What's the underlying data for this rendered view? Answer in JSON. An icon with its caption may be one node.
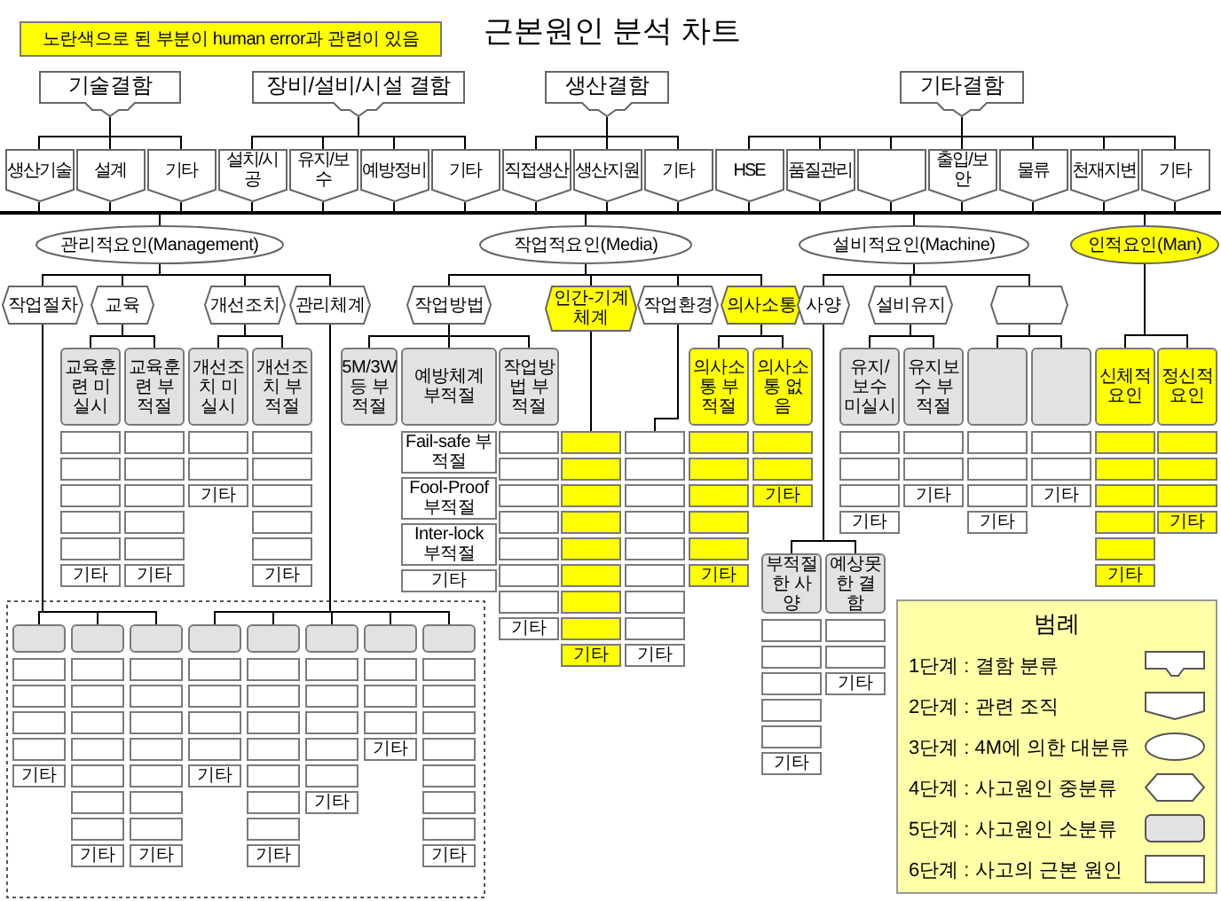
{
  "diagram": {
    "title": "근본원인 분석 차트",
    "nodes": [
      {
        "text": [
          "노란색으로 된 부분이 human error과 관련이 있음"
        ]
      },
      {
        "text": [
          "기술결함"
        ]
      },
      {
        "text": [
          "장비/설비/시설 결함"
        ]
      },
      {
        "text": [
          "생산결함"
        ]
      },
      {
        "text": [
          "기타결함"
        ]
      },
      {
        "text": [
          "생산기술"
        ]
      },
      {
        "text": [
          "설계"
        ]
      },
      {
        "text": [
          "기타"
        ]
      },
      {
        "text": [
          "설치/시공"
        ]
      },
      {
        "text": [
          "유지/보수"
        ]
      },
      {
        "text": [
          "예방정비"
        ]
      },
      {
        "text": [
          "기타"
        ]
      },
      {
        "text": [
          "직접생산"
        ]
      },
      {
        "text": [
          "생산지원"
        ]
      },
      {
        "text": [
          "기타"
        ]
      },
      {
        "text": [
          "HSE"
        ]
      },
      {
        "text": [
          "품질관리"
        ]
      },
      {
        "text": [],
        "shape": "pentagon"
      },
      {
        "text": [
          "출입/보안"
        ]
      },
      {
        "text": [
          "물류"
        ]
      },
      {
        "text": [
          "천재지변"
        ]
      },
      {
        "text": [
          "기타"
        ]
      },
      {
        "text": [],
        "shape": "bar"
      },
      {
        "text": [
          "관리적요인(Management)"
        ]
      },
      {
        "text": [
          "작업적요인(Media)"
        ]
      },
      {
        "text": [
          "설비적요인(Machine)"
        ]
      },
      {
        "text": [
          "인적요인(Man)"
        ]
      },
      {
        "text": [
          "작업절차"
        ]
      },
      {
        "text": [
          "교육"
        ]
      },
      {
        "text": [
          "개선조치"
        ]
      },
      {
        "text": [
          "관리체계"
        ]
      },
      {
        "text": [
          "작업방법"
        ]
      },
      {
        "text": [
          "인간-기계 체계"
        ]
      },
      {
        "text": [
          "작업환경"
        ]
      },
      {
        "text": [
          "의사소통"
        ]
      },
      {
        "text": [
          "사양"
        ]
      },
      {
        "text": [
          "설비유지"
        ]
      },
      {
        "text": [],
        "shape": "hexagon"
      },
      {
        "text": [
          "교육훈련 미실시"
        ]
      },
      {
        "text": [
          "교육훈련 부적절"
        ]
      },
      {
        "text": [
          "개선조치 미실시"
        ]
      },
      {
        "text": [
          "개선조치 부적절"
        ]
      },
      {
        "text": [
          "5M/3W 등 부적절"
        ]
      },
      {
        "text": [
          "예방체계 부적절"
        ]
      },
      {
        "text": [
          "작업방법 부적절"
        ]
      },
      {
        "text": [
          "의사소통 부적절"
        ]
      },
      {
        "text": [
          "의사소통 없음"
        ]
      },
      {
        "text": [
          "유지/보수 미실시"
        ]
      },
      {
        "text": [
          "유지보수 부적절"
        ]
      },
      {
        "text": [],
        "shape": "box"
      },
      {
        "text": [],
        "shape": "box"
      },
      {
        "text": [
          "신체적 요인"
        ]
      },
      {
        "text": [
          "정신적 요인"
        ]
      },
      {
        "text": [],
        "shape": "box"
      },
      {
        "text": [],
        "shape": "box"
      },
      {
        "text": [],
        "shape": "box"
      },
      {
        "text": [],
        "shape": "box"
      },
      {
        "text": [],
        "shape": "box"
      },
      {
        "text": [
          "기타"
        ]
      },
      {
        "text": [],
        "shape": "box"
      },
      {
        "text": [],
        "shape": "box"
      },
      {
        "text": [],
        "shape": "box"
      },
      {
        "text": [],
        "shape": "box"
      },
      {
        "text": [],
        "shape": "box"
      },
      {
        "text": [
          "기타"
        ]
      },
      {
        "text": [],
        "shape": "box"
      },
      {
        "text": [],
        "shape": "box"
      },
      {
        "text": [
          "기타"
        ]
      },
      {
        "text": [],
        "shape": "box"
      },
      {
        "text": [],
        "shape": "box"
      },
      {
        "text": [],
        "shape": "box"
      },
      {
        "text": [],
        "shape": "box"
      },
      {
        "text": [],
        "shape": "box"
      },
      {
        "text": [
          "기타"
        ]
      },
      {
        "text": [
          "Fail-safe 부적절"
        ]
      },
      {
        "text": [
          "Fool-Proof 부적절"
        ]
      },
      {
        "text": [
          "Inter-lock 부적절"
        ]
      },
      {
        "text": [
          "기타"
        ]
      },
      {
        "text": [],
        "shape": "box"
      },
      {
        "text": [],
        "shape": "box"
      },
      {
        "text": [],
        "shape": "box"
      },
      {
        "text": [],
        "shape": "box"
      },
      {
        "text": [],
        "shape": "box"
      },
      {
        "text": [],
        "shape": "box"
      },
      {
        "text": [],
        "shape": "box"
      },
      {
        "text": [
          "기타"
        ]
      },
      {
        "text": [],
        "shape": "box"
      },
      {
        "text": [],
        "shape": "box"
      },
      {
        "text": [],
        "shape": "box"
      },
      {
        "text": [],
        "shape": "box"
      },
      {
        "text": [],
        "shape": "box"
      },
      {
        "text": [],
        "shape": "box"
      },
      {
        "text": [],
        "shape": "box"
      },
      {
        "text": [],
        "shape": "box"
      },
      {
        "text": [
          "기타"
        ]
      },
      {
        "text": [],
        "shape": "box"
      },
      {
        "text": [],
        "shape": "box"
      },
      {
        "text": [],
        "shape": "box"
      },
      {
        "text": [],
        "shape": "box"
      },
      {
        "text": [],
        "shape": "box"
      },
      {
        "text": [],
        "shape": "box"
      },
      {
        "text": [],
        "shape": "box"
      },
      {
        "text": [],
        "shape": "box"
      },
      {
        "text": [
          "기타"
        ]
      },
      {
        "text": [],
        "shape": "box"
      },
      {
        "text": [],
        "shape": "box"
      },
      {
        "text": [],
        "shape": "box"
      },
      {
        "text": [],
        "shape": "box"
      },
      {
        "text": [],
        "shape": "box"
      },
      {
        "text": [
          "기타"
        ]
      },
      {
        "text": [],
        "shape": "box"
      },
      {
        "text": [],
        "shape": "box"
      },
      {
        "text": [
          "기타"
        ]
      },
      {
        "text": [],
        "shape": "box"
      },
      {
        "text": [],
        "shape": "box"
      },
      {
        "text": [],
        "shape": "box"
      },
      {
        "text": [
          "기타"
        ]
      },
      {
        "text": [],
        "shape": "box"
      },
      {
        "text": [],
        "shape": "box"
      },
      {
        "text": [
          "기타"
        ]
      },
      {
        "text": [],
        "shape": "box"
      },
      {
        "text": [],
        "shape": "box"
      },
      {
        "text": [],
        "shape": "box"
      },
      {
        "text": [
          "기타"
        ]
      },
      {
        "text": [],
        "shape": "box"
      },
      {
        "text": [],
        "shape": "box"
      },
      {
        "text": [
          "기타"
        ]
      },
      {
        "text": [],
        "shape": "box"
      },
      {
        "text": [],
        "shape": "box"
      },
      {
        "text": [],
        "shape": "box"
      },
      {
        "text": [],
        "shape": "box"
      },
      {
        "text": [],
        "shape": "box"
      },
      {
        "text": [
          "기타"
        ]
      },
      {
        "text": [],
        "shape": "box"
      },
      {
        "text": [],
        "shape": "box"
      },
      {
        "text": [],
        "shape": "box"
      },
      {
        "text": [
          "기타"
        ]
      },
      {
        "text": [
          "부적절한 사양"
        ]
      },
      {
        "text": [
          "예상못한 결함"
        ]
      },
      {
        "text": [],
        "shape": "box"
      },
      {
        "text": [],
        "shape": "box"
      },
      {
        "text": [],
        "shape": "box"
      },
      {
        "text": [],
        "shape": "box"
      },
      {
        "text": [],
        "shape": "box"
      },
      {
        "text": [
          "기타"
        ]
      },
      {
        "text": [],
        "shape": "box"
      },
      {
        "text": [],
        "shape": "box"
      },
      {
        "text": [
          "기타"
        ]
      },
      {
        "text": [],
        "shape": "box"
      },
      {
        "text": [],
        "shape": "box"
      },
      {
        "text": [],
        "shape": "box"
      },
      {
        "text": [],
        "shape": "box"
      },
      {
        "text": [],
        "shape": "box"
      },
      {
        "text": [],
        "shape": "box"
      },
      {
        "text": [],
        "shape": "box"
      },
      {
        "text": [],
        "shape": "box"
      },
      {
        "text": [],
        "shape": "box"
      },
      {
        "text": [],
        "shape": "box"
      },
      {
        "text": [],
        "shape": "box"
      },
      {
        "text": [],
        "shape": "box"
      },
      {
        "text": [
          "기타"
        ]
      },
      {
        "text": [],
        "shape": "box"
      },
      {
        "text": [],
        "shape": "box"
      },
      {
        "text": [],
        "shape": "box"
      },
      {
        "text": [],
        "shape": "box"
      },
      {
        "text": [],
        "shape": "box"
      },
      {
        "text": [],
        "shape": "box"
      },
      {
        "text": [],
        "shape": "box"
      },
      {
        "text": [
          "기타"
        ]
      },
      {
        "text": [],
        "shape": "box"
      },
      {
        "text": [],
        "shape": "box"
      },
      {
        "text": [],
        "shape": "box"
      },
      {
        "text": [],
        "shape": "box"
      },
      {
        "text": [],
        "shape": "box"
      },
      {
        "text": [],
        "shape": "box"
      },
      {
        "text": [],
        "shape": "box"
      },
      {
        "text": [
          "기타"
        ]
      },
      {
        "text": [],
        "shape": "box"
      },
      {
        "text": [],
        "shape": "box"
      },
      {
        "text": [],
        "shape": "box"
      },
      {
        "text": [],
        "shape": "box"
      },
      {
        "text": [
          "기타"
        ]
      },
      {
        "text": [],
        "shape": "box"
      },
      {
        "text": [],
        "shape": "box"
      },
      {
        "text": [],
        "shape": "box"
      },
      {
        "text": [],
        "shape": "box"
      },
      {
        "text": [],
        "shape": "box"
      },
      {
        "text": [],
        "shape": "box"
      },
      {
        "text": [],
        "shape": "box"
      },
      {
        "text": [
          "기타"
        ]
      },
      {
        "text": [],
        "shape": "box"
      },
      {
        "text": [],
        "shape": "box"
      },
      {
        "text": [],
        "shape": "box"
      },
      {
        "text": [],
        "shape": "box"
      },
      {
        "text": [],
        "shape": "box"
      },
      {
        "text": [
          "기타"
        ]
      },
      {
        "text": [],
        "shape": "box"
      },
      {
        "text": [],
        "shape": "box"
      },
      {
        "text": [],
        "shape": "box"
      },
      {
        "text": [
          "기타"
        ]
      },
      {
        "text": [],
        "shape": "box"
      },
      {
        "text": [],
        "shape": "box"
      },
      {
        "text": [],
        "shape": "box"
      },
      {
        "text": [],
        "shape": "box"
      },
      {
        "text": [],
        "shape": "box"
      },
      {
        "text": [],
        "shape": "box"
      },
      {
        "text": [],
        "shape": "box"
      },
      {
        "text": [
          "기타"
        ]
      }
    ],
    "edges": [
      {
        "from": 1,
        "to": 5,
        "arrow": "none"
      },
      {
        "from": 1,
        "to": 6,
        "arrow": "none"
      },
      {
        "from": 1,
        "to": 7,
        "arrow": "none"
      },
      {
        "from": 2,
        "to": 8,
        "arrow": "none"
      },
      {
        "from": 2,
        "to": 9,
        "arrow": "none"
      },
      {
        "from": 2,
        "to": 10,
        "arrow": "none"
      },
      {
        "from": 2,
        "to": 11,
        "arrow": "none"
      },
      {
        "from": 3,
        "to": 12,
        "arrow": "none"
      },
      {
        "from": 3,
        "to": 13,
        "arrow": "none"
      },
      {
        "from": 3,
        "to": 14,
        "arrow": "none"
      },
      {
        "from": 4,
        "to": 15,
        "arrow": "none"
      },
      {
        "from": 4,
        "to": 16,
        "arrow": "none"
      },
      {
        "from": 4,
        "to": 17,
        "arrow": "none"
      },
      {
        "from": 4,
        "to": 18,
        "arrow": "none"
      },
      {
        "from": 4,
        "to": 19,
        "arrow": "none"
      },
      {
        "from": 4,
        "to": 20,
        "arrow": "none"
      },
      {
        "from": 4,
        "to": 21,
        "arrow": "none"
      },
      {
        "from": 5,
        "to": 22,
        "arrow": "none"
      },
      {
        "from": 6,
        "to": 22,
        "arrow": "none"
      },
      {
        "from": 7,
        "to": 22,
        "arrow": "none"
      },
      {
        "from": 8,
        "to": 22,
        "arrow": "none"
      },
      {
        "from": 9,
        "to": 22,
        "arrow": "none"
      },
      {
        "from": 10,
        "to": 22,
        "arrow": "none"
      },
      {
        "from": 11,
        "to": 22,
        "arrow": "none"
      },
      {
        "from": 12,
        "to": 22,
        "arrow": "none"
      },
      {
        "from": 13,
        "to": 22,
        "arrow": "none"
      },
      {
        "from": 14,
        "to": 22,
        "arrow": "none"
      },
      {
        "from": 15,
        "to": 22,
        "arrow": "none"
      },
      {
        "from": 16,
        "to": 22,
        "arrow": "none"
      },
      {
        "from": 17,
        "to": 22,
        "arrow": "none"
      },
      {
        "from": 18,
        "to": 22,
        "arrow": "none"
      },
      {
        "from": 19,
        "to": 22,
        "arrow": "none"
      },
      {
        "from": 20,
        "to": 22,
        "arrow": "none"
      },
      {
        "from": 21,
        "to": 22,
        "arrow": "none"
      },
      {
        "from": 22,
        "to": 23,
        "arrow": "none"
      },
      {
        "from": 22,
        "to": 24,
        "arrow": "none"
      },
      {
        "from": 22,
        "to": 25,
        "arrow": "none"
      },
      {
        "from": 22,
        "to": 26,
        "arrow": "none"
      },
      {
        "from": 23,
        "to": 27,
        "arrow": "none"
      },
      {
        "from": 23,
        "to": 28,
        "arrow": "none"
      },
      {
        "from": 23,
        "to": 29,
        "arrow": "none"
      },
      {
        "from": 23,
        "to": 30,
        "arrow": "none"
      },
      {
        "from": 24,
        "to": 31,
        "arrow": "none"
      },
      {
        "from": 24,
        "to": 32,
        "arrow": "none"
      },
      {
        "from": 24,
        "to": 33,
        "arrow": "none"
      },
      {
        "from": 24,
        "to": 34,
        "arrow": "none"
      },
      {
        "from": 25,
        "to": 35,
        "arrow": "none"
      },
      {
        "from": 25,
        "to": 36,
        "arrow": "none"
      },
      {
        "from": 25,
        "to": 37,
        "arrow": "none"
      },
      {
        "from": 26,
        "to": 51,
        "arrow": "none"
      },
      {
        "from": 26,
        "to": 52,
        "arrow": "none"
      },
      {
        "from": 28,
        "to": 38,
        "arrow": "none"
      },
      {
        "from": 28,
        "to": 39,
        "arrow": "none"
      },
      {
        "from": 29,
        "to": 40,
        "arrow": "none"
      },
      {
        "from": 29,
        "to": 41,
        "arrow": "none"
      },
      {
        "from": 31,
        "to": 42,
        "arrow": "none"
      },
      {
        "from": 31,
        "to": 43,
        "arrow": "none"
      },
      {
        "from": 31,
        "to": 44,
        "arrow": "none"
      },
      {
        "from": 32,
        "to": 86,
        "arrow": "none"
      },
      {
        "from": 33,
        "to": 95,
        "arrow": "none"
      },
      {
        "from": 34,
        "to": 45,
        "arrow": "none"
      },
      {
        "from": 34,
        "to": 46,
        "arrow": "none"
      },
      {
        "from": 36,
        "to": 47,
        "arrow": "none"
      },
      {
        "from": 36,
        "to": 48,
        "arrow": "none"
      },
      {
        "from": 37,
        "to": 49,
        "arrow": "none"
      },
      {
        "from": 37,
        "to": 50,
        "arrow": "none"
      },
      {
        "from": 35,
        "to": 137,
        "arrow": "none"
      },
      {
        "from": 35,
        "to": 138,
        "arrow": "none"
      },
      {
        "from": 27,
        "to": 148,
        "arrow": "none"
      },
      {
        "from": 27,
        "to": 149,
        "arrow": "none"
      },
      {
        "from": 27,
        "to": 150,
        "arrow": "none"
      },
      {
        "from": 30,
        "to": 151,
        "arrow": "none"
      },
      {
        "from": 30,
        "to": 152,
        "arrow": "none"
      },
      {
        "from": 30,
        "to": 153,
        "arrow": "none"
      },
      {
        "from": 30,
        "to": 154,
        "arrow": "none"
      },
      {
        "from": 30,
        "to": 155,
        "arrow": "none"
      }
    ],
    "labels": [
      "범례"
    ],
    "legend": [
      {
        "text": "1단계 : 결함 분류"
      },
      {
        "text": "2단계 : 관련 조직"
      },
      {
        "text": "3단계 : 4M에 의한 대분류"
      },
      {
        "text": "4단계 : 사고원인 중분류"
      },
      {
        "text": "5단계 : 사고원인 소분류"
      },
      {
        "text": "6단계 : 사고의 근본 원인"
      }
    ]
  }
}
